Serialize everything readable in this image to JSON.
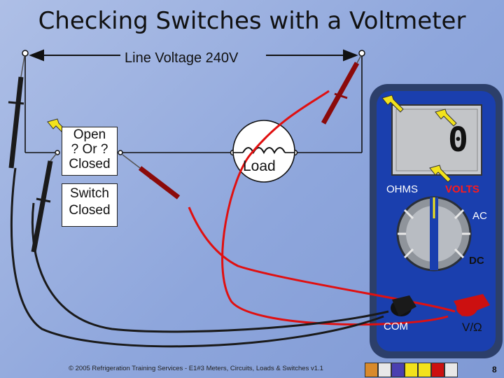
{
  "title": "Checking Switches with a Voltmeter",
  "line_voltage_label": "Line Voltage 240V",
  "switch_open_text": [
    "Open",
    "? Or ?",
    "Closed"
  ],
  "switch_closed_text": [
    "Switch",
    "Closed"
  ],
  "load_label": "Load",
  "meter": {
    "display_value": "0",
    "ohms_label": "OHMS",
    "volts_label": "VOLTS",
    "ac_label": "AC",
    "dc_label": "DC",
    "com_label": "COM",
    "v_ohm_label": "V/Ω"
  },
  "footer": "© 2005 Refrigeration Training Services - E1#3 Meters, Circuits, Loads & Switches v1.1",
  "page_number": "8",
  "nav_icons": [
    "home-icon",
    "document-icon",
    "return-icon",
    "back-icon",
    "forward-icon",
    "stop-icon",
    "pencil-icon"
  ],
  "colors": {
    "meter_body": "#1a3fae",
    "meter_frame": "#2c3f6a",
    "red_lead": "#e01010",
    "black_lead": "#1a1a1a",
    "volts_label": "#ff1a1a",
    "indicator_arrow": "#f2e21c"
  }
}
